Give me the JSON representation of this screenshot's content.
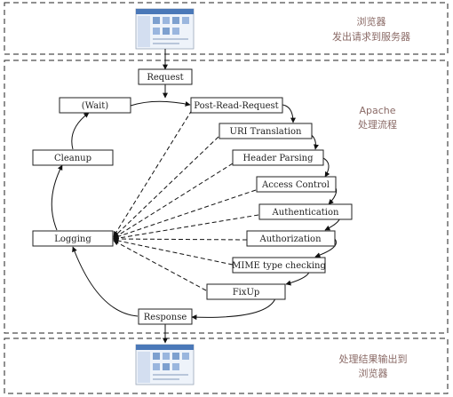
{
  "regions": {
    "top": {
      "label_lines": [
        "浏览器",
        "发出请求到服务器"
      ]
    },
    "middle": {
      "label_lines": [
        "Apache",
        "处理流程"
      ]
    },
    "bottom": {
      "label_lines": [
        "处理结果输出到",
        "浏览器"
      ]
    }
  },
  "stages": {
    "request": "Request",
    "wait": "(Wait)",
    "post_read_request": "Post-Read-Request",
    "uri_translation": "URI Translation",
    "header_parsing": "Header Parsing",
    "access_control": "Access Control",
    "authentication": "Authentication",
    "authorization": "Authorization",
    "mime_type_checking": "MIME type checking",
    "fixup": "FixUp",
    "response": "Response",
    "logging": "Logging",
    "cleanup": "Cleanup"
  },
  "icons": {
    "top_screenshot": "browser-window-icon",
    "bottom_screenshot": "browser-window-icon"
  }
}
